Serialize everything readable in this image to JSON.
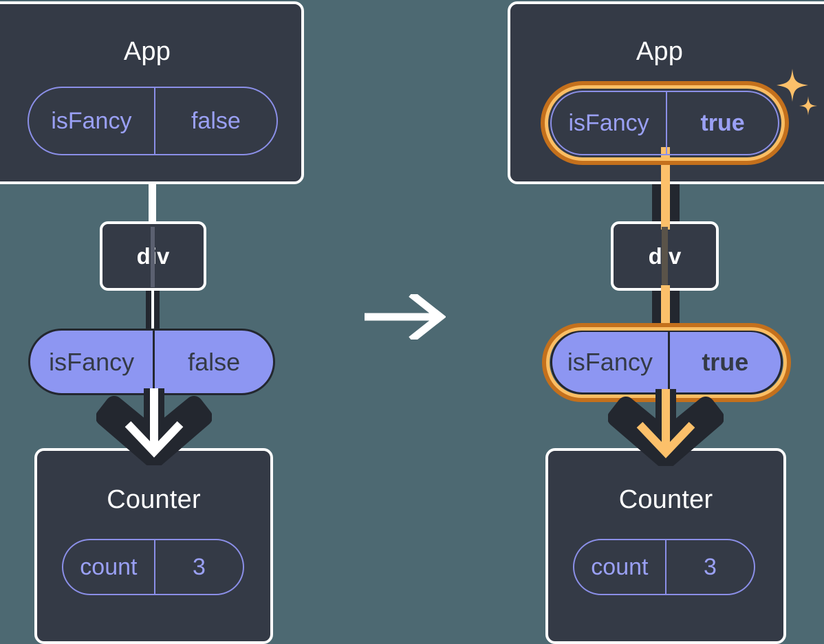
{
  "diagram": {
    "title_left": "App",
    "title_right": "App",
    "transition_arrow": "arrow-right-icon",
    "background_color": "#4d6972",
    "card_color": "#343a46",
    "pill_fill_color": "#8d96f2",
    "pill_outline_color": "#8b8fe8",
    "highlight_color_outer": "#c4701c",
    "highlight_color_inner": "#fbbe63",
    "arrow_color_left": "#ffffff",
    "arrow_color_right": "#fcc06a"
  },
  "before": {
    "app": {
      "title": "App",
      "state_pill": {
        "name": "isFancy",
        "value": "false",
        "highlighted": false
      }
    },
    "div": {
      "label": "div"
    },
    "prop_pill": {
      "name": "isFancy",
      "value": "false",
      "highlighted": false
    },
    "counter": {
      "title": "Counter",
      "state_pill": {
        "name": "count",
        "value": "3"
      }
    }
  },
  "after": {
    "app": {
      "title": "App",
      "state_pill": {
        "name": "isFancy",
        "value": "true",
        "highlighted": true
      }
    },
    "div": {
      "label": "div"
    },
    "prop_pill": {
      "name": "isFancy",
      "value": "true",
      "highlighted": true
    },
    "counter": {
      "title": "Counter",
      "state_pill": {
        "name": "count",
        "value": "3"
      }
    }
  }
}
